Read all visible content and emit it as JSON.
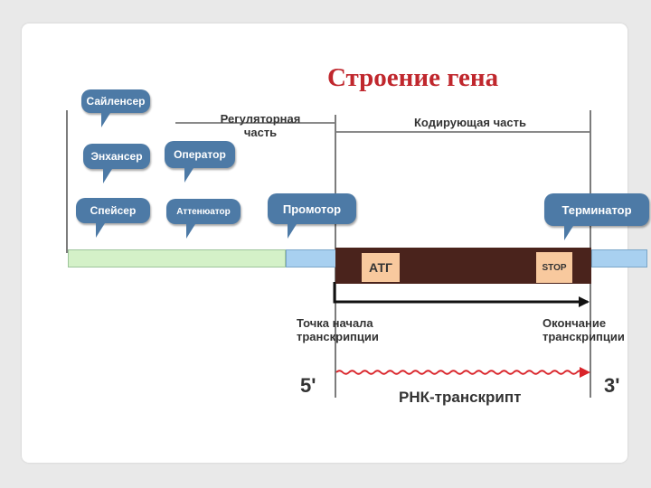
{
  "title": "Строение гена",
  "regions": {
    "regulatory": "Регуляторная\nчасть",
    "coding": "Кодирующая часть"
  },
  "bubbles": {
    "silencer": "Сайленсер",
    "enhancer": "Энхансер",
    "operator": "Оператор",
    "spacer": "Спейсер",
    "attenuator": "Аттенюатор",
    "promoter": "Промотор",
    "terminator": "Терминатор"
  },
  "boxes": {
    "atg": "АТГ",
    "stop": "STOP"
  },
  "bottom": {
    "start": "Точка начала\nтранскрипции",
    "end": "Окончание\nтранскрипции",
    "five_prime": "5'",
    "three_prime": "3'",
    "rna": "РНК-транскрипт"
  },
  "colors": {
    "title": "#c0272d",
    "bubble": "#4d7aa6",
    "regulatory_segment": "#d4f1c8",
    "promoter_segment": "#a8d0f0",
    "coding_segment": "#4a231c",
    "codon_box": "#f8c99e",
    "rna_wave": "#d9242a"
  }
}
